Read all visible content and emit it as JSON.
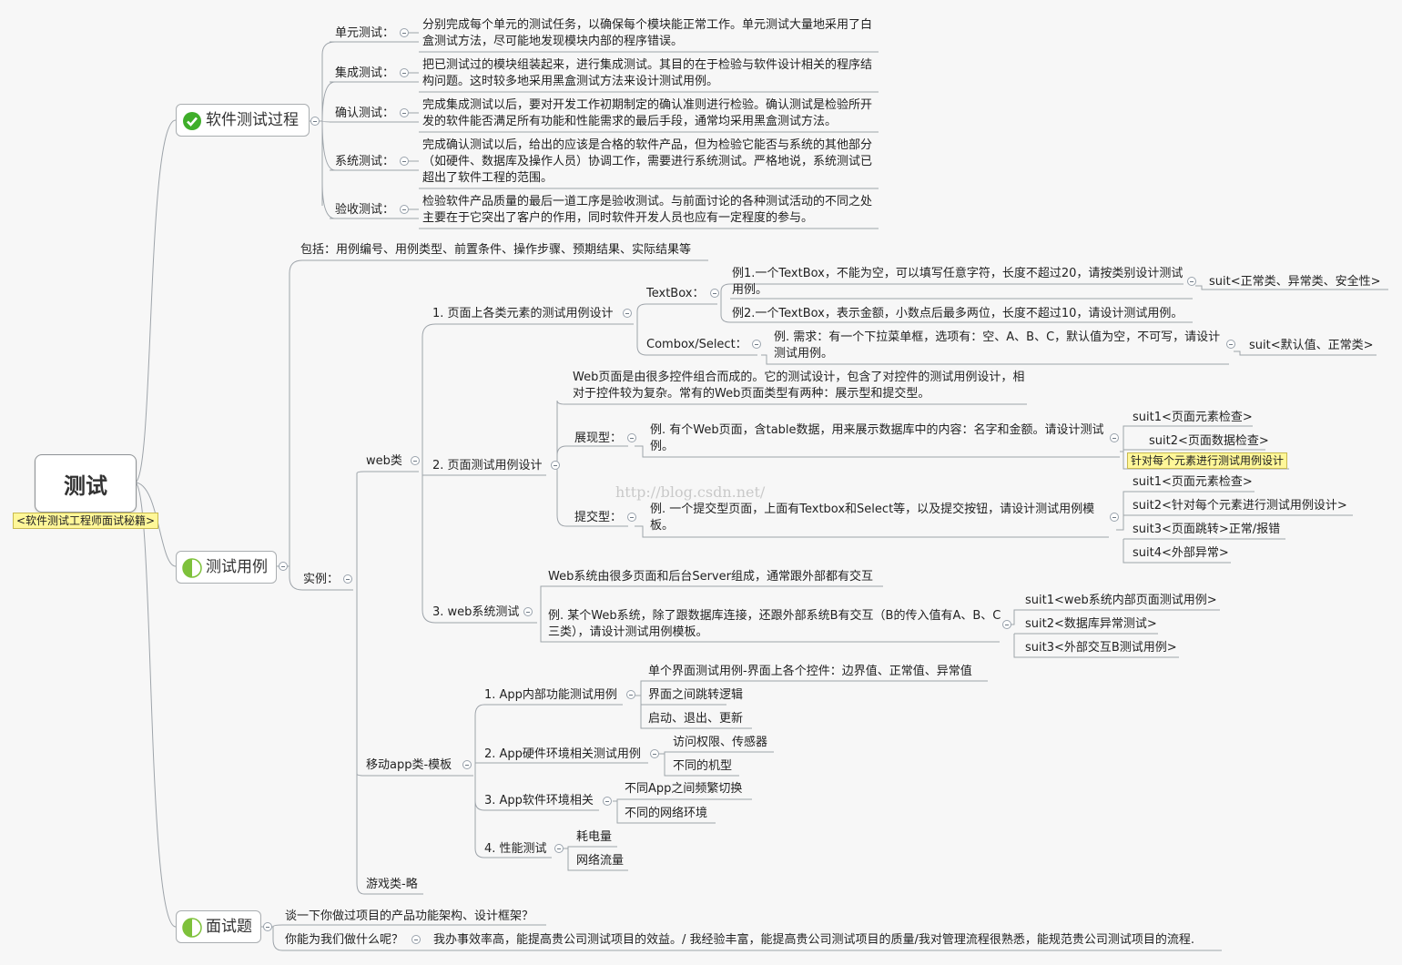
{
  "root": {
    "title": "测试",
    "tag": "<软件测试工程师面试秘籍>"
  },
  "process": {
    "title": "软件测试过程",
    "items": [
      {
        "label": "单元测试：",
        "desc": "分别完成每个单元的测试任务，以确保每个模块能正常工作。单元测试大量地采用了白盒测试方法，尽可能地发现模块内部的程序错误。"
      },
      {
        "label": "集成测试：",
        "desc": "把已测试过的模块组装起来，进行集成测试。其目的在于检验与软件设计相关的程序结构问题。这时较多地采用黑盒测试方法来设计测试用例。"
      },
      {
        "label": "确认测试：",
        "desc": "完成集成测试以后，要对开发工作初期制定的确认准则进行检验。确认测试是检验所开发的软件能否满足所有功能和性能需求的最后手段，通常均采用黑盒测试方法。"
      },
      {
        "label": "系统测试：",
        "desc": "完成确认测试以后，给出的应该是合格的软件产品，但为检验它能否与系统的其他部分（如硬件、数据库及操作人员）协调工作，需要进行系统测试。严格地说，系统测试已超出了软件工程的范围。"
      },
      {
        "label": "验收测试：",
        "desc": "检验软件产品质量的最后一道工序是验收测试。与前面讨论的各种测试活动的不同之处主要在于它突出了客户的作用，同时软件开发人员也应有一定程度的参与。"
      }
    ]
  },
  "cases": {
    "title": "测试用例",
    "include": "包括：用例编号、用例类型、前置条件、操作步骤、预期结果、实际结果等",
    "example_label": "实例：",
    "web": {
      "label": "web类",
      "page_elements": {
        "label": "1. 页面上各类元素的测试用例设计",
        "textbox": {
          "label": "TextBox：",
          "ex1": "例1.一个TextBox，不能为空，可以填写任意字符，长度不超过20，请按类别设计测试用例。",
          "ex1_suit": "suit<正常类、异常类、安全性>",
          "ex2": "例2.一个TextBox，表示金额，小数点后最多两位，长度不超过10，请设计测试用例。"
        },
        "combox": {
          "label": "Combox/Select：",
          "ex": "例. 需求：有一个下拉菜单框，选项有：空、A、B、C，默认值为空，不可写，请设计测试用例。",
          "suit": "suit<默认值、正常类>"
        }
      },
      "page_test": {
        "label": "2. 页面测试用例设计",
        "intro": "Web页面是由很多控件组合而成的。它的测试设计，包含了对控件的测试用例设计，相对于控件较为复杂。常有的Web页面类型有两种：展示型和提交型。",
        "display": {
          "label": "展现型：",
          "ex": "例. 有个Web页面，含table数据，用来展示数据库中的内容：名字和金额。请设计测试例。",
          "suits": [
            "suit1<页面元素检查>",
            "suit2<页面数据检查>"
          ],
          "note": "针对每个元素进行测试用例设计"
        },
        "submit": {
          "label": "提交型：",
          "ex": "例. 一个提交型页面，上面有Textbox和Select等，以及提交按钮，请设计测试用例模板。",
          "suits": [
            "suit1<页面元素检查>",
            "suit2<针对每个元素进行测试用例设计>",
            "suit3<页面跳转>正常/报错",
            "suit4<外部异常>"
          ]
        }
      },
      "system": {
        "label": "3. web系统测试",
        "intro": "Web系统由很多页面和后台Server组成，通常跟外部都有交互",
        "ex": "例. 某个Web系统，除了跟数据库连接，还跟外部系统B有交互（B的传入值有A、B、C三类），请设计测试用例模板。",
        "suits": [
          "suit1<web系统内部页面测试用例>",
          "suit2<数据库异常测试>",
          "suit3<外部交互B测试用例>"
        ]
      }
    },
    "mobile": {
      "label": "移动app类-模板",
      "groups": [
        {
          "label": "1. App内部功能测试用例",
          "items": [
            "单个界面测试用例-界面上各个控件：边界值、正常值、异常值",
            "界面之间跳转逻辑",
            "启动、退出、更新"
          ]
        },
        {
          "label": "2. App硬件环境相关测试用例",
          "items": [
            "访问权限、传感器",
            "不同的机型"
          ]
        },
        {
          "label": "3. App软件环境相关",
          "items": [
            "不同App之间频繁切换",
            "不同的网络环境"
          ]
        },
        {
          "label": "4. 性能测试",
          "items": [
            "耗电量",
            "网络流量"
          ]
        }
      ]
    },
    "game": "游戏类-略"
  },
  "interview": {
    "title": "面试题",
    "q1": "谈一下你做过项目的产品功能架构、设计框架？",
    "q2": "你能为我们做什么呢？",
    "a2": "我办事效率高，能提高贵公司测试项目的效益。/ 我经验丰富，能提高贵公司测试项目的质量/我对管理流程很熟悉，能规范贵公司测试项目的流程."
  },
  "watermark": "http://blog.csdn.net/",
  "colors": {
    "line": "#9ea4aa",
    "note_bg": "#fff799",
    "check_green": "#3fae2a",
    "pie_green": "#7ec13b"
  }
}
